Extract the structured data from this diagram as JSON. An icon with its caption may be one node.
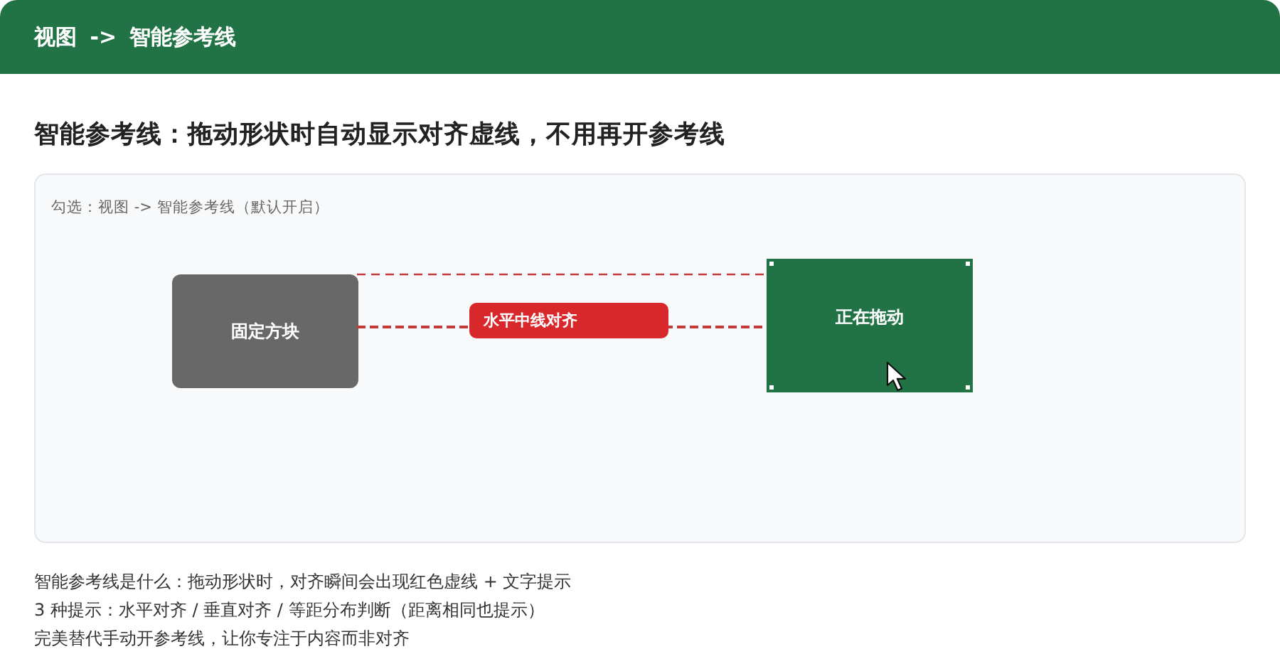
{
  "diagram": {
    "title": "智能参考线：拖动形状时自动显示对齐虚线，不用再开参考线",
    "nodes": [
      {
        "text": [
          "视图 -> 智能参考线"
        ]
      },
      {
        "text": [
          "勾选：视图 -> 智能参考线（默认开启）"
        ]
      },
      {
        "text": [
          "固定方块"
        ],
        "in": 1
      },
      {
        "text": [
          "正在拖动"
        ],
        "in": 1
      }
    ],
    "edges": [
      {
        "from": 2,
        "to": 3,
        "arrow": "none",
        "style": "dashed"
      },
      {
        "from": 2,
        "to": 3,
        "arrow": "none",
        "style": "dashed",
        "label": "水平中线对齐"
      }
    ],
    "labels": [
      "智能参考线是什么：拖动形状时，对齐瞬间会出现红色虚线 + 文字提示",
      "3 种提示：水平对齐 / 垂直对齐 / 等距分布判断（距离相同也提示）",
      "完美替代手动开参考线，让你专注于内容而非对齐"
    ]
  }
}
